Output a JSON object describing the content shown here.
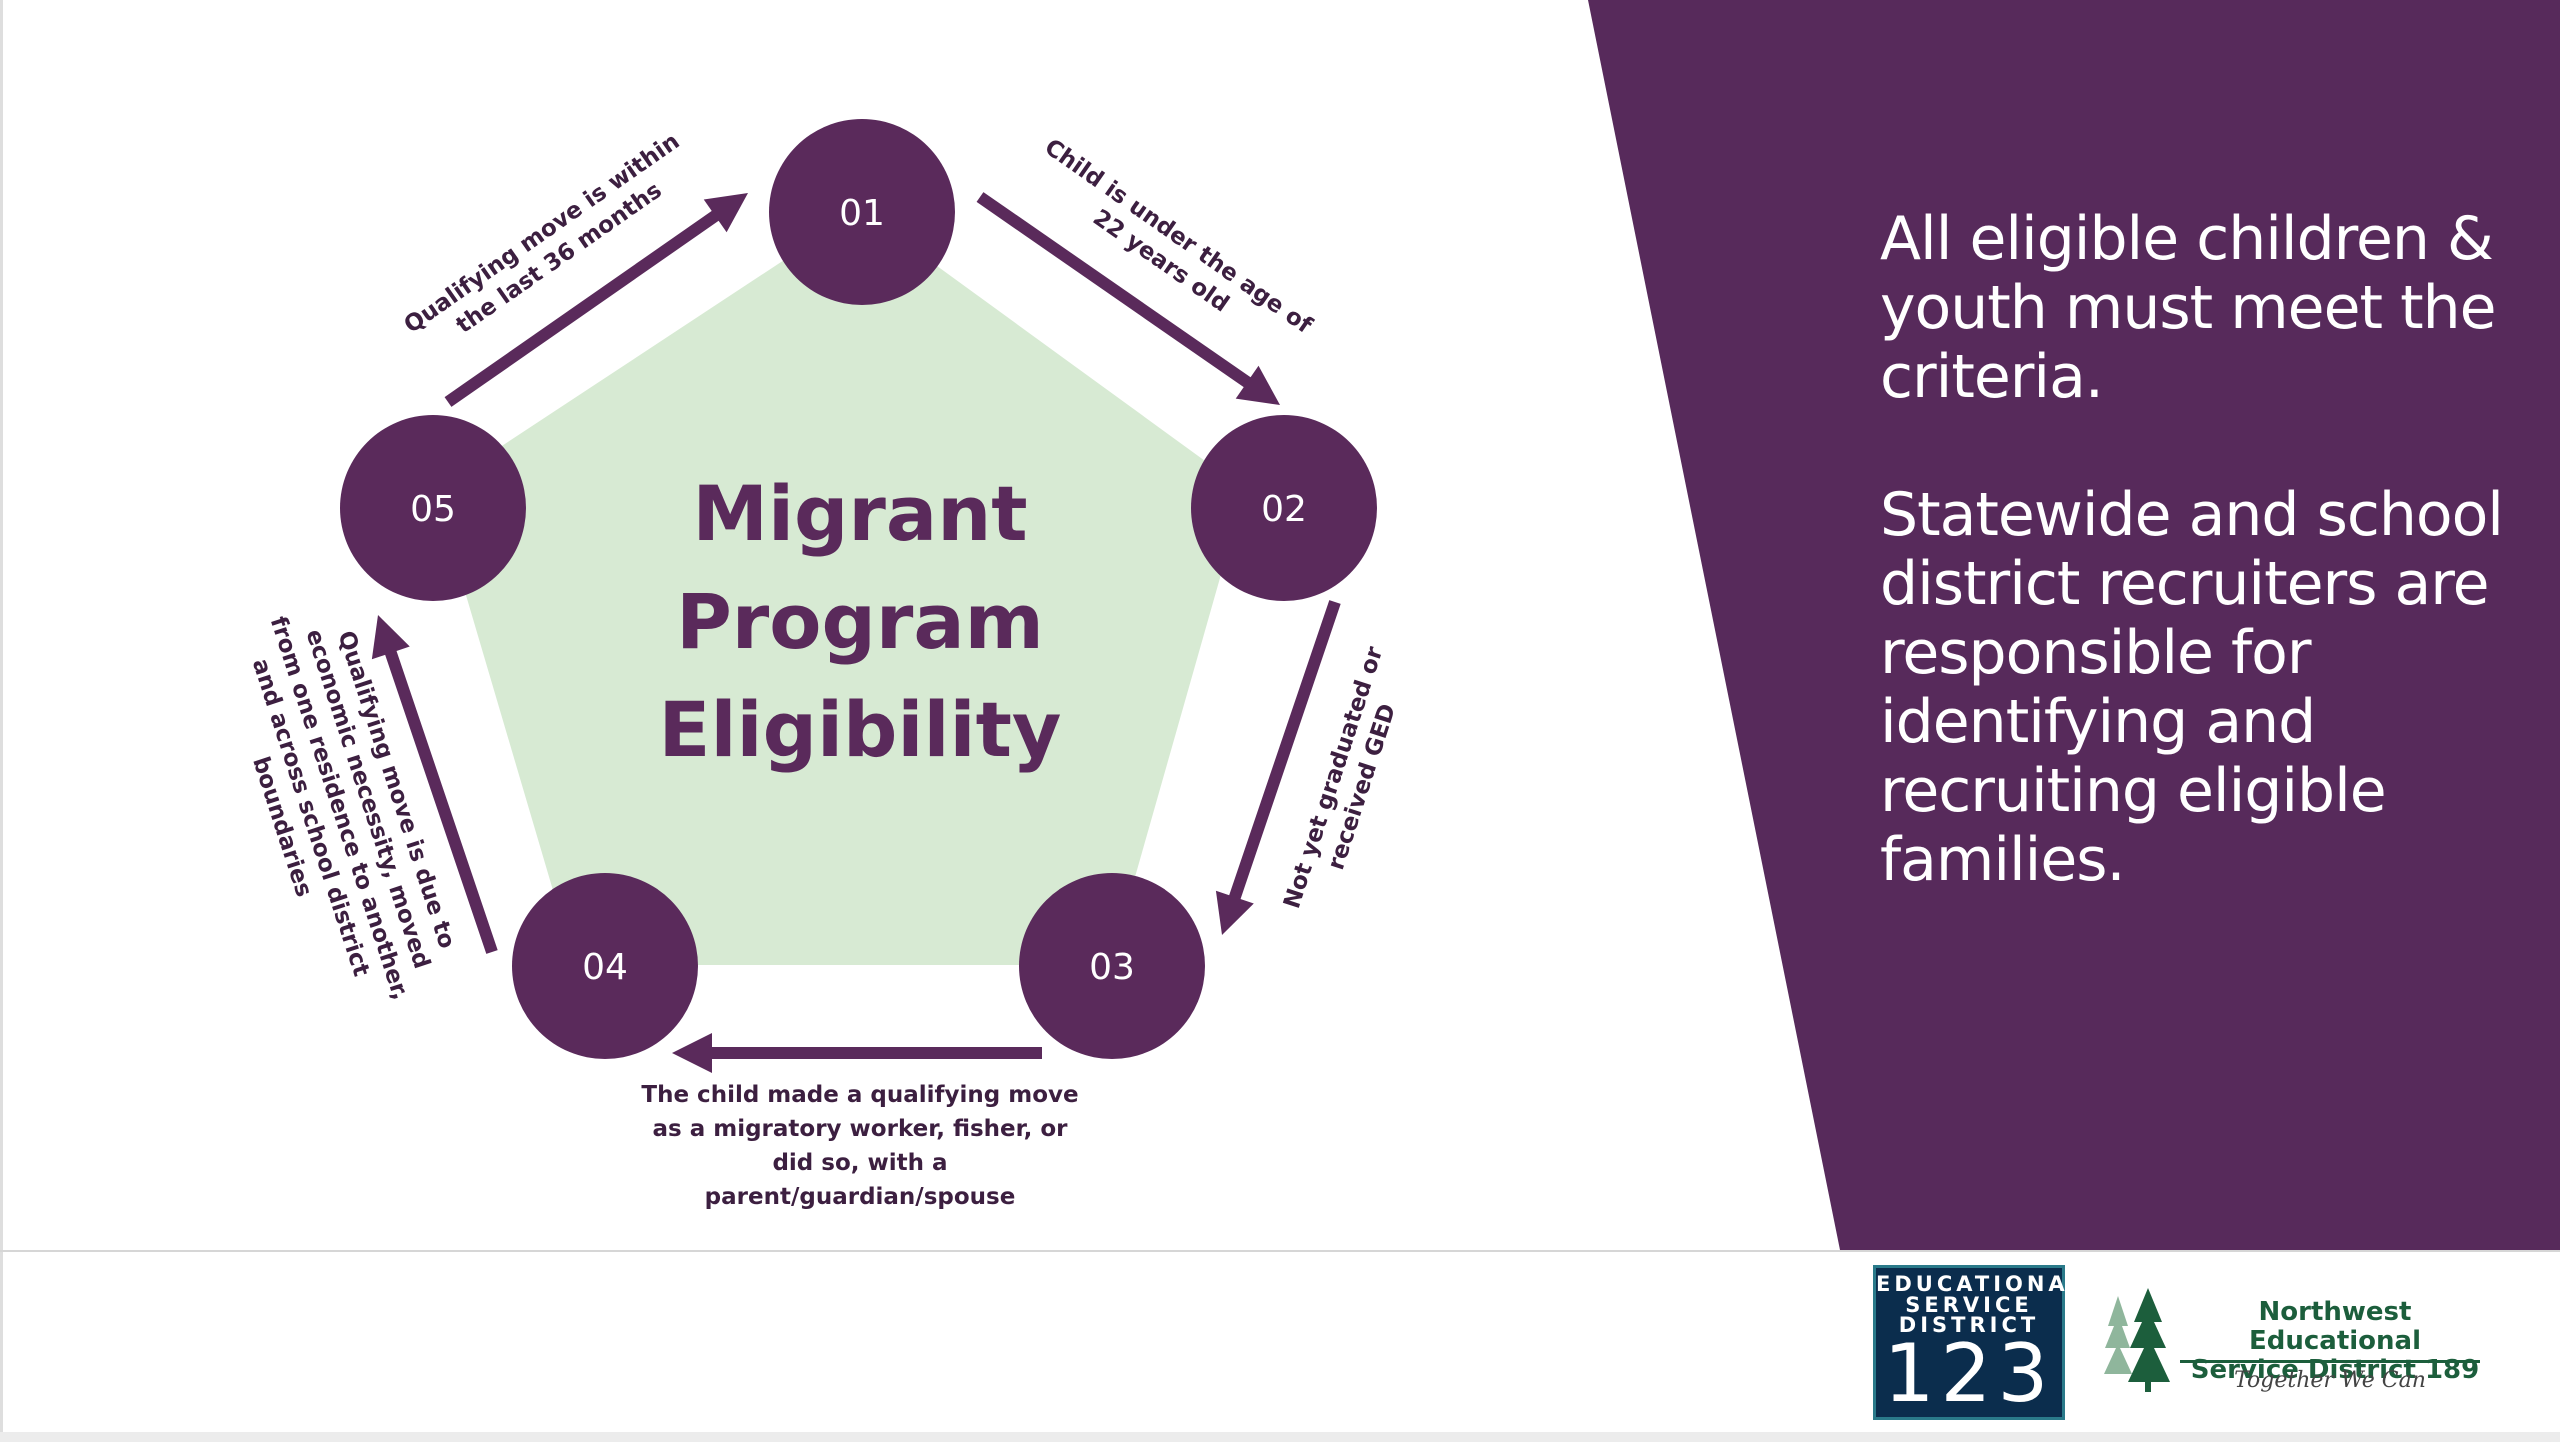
{
  "diagram": {
    "title_lines": [
      "Migrant",
      "Program",
      "Eligibility"
    ],
    "nodes": [
      {
        "id": "01",
        "label": "01"
      },
      {
        "id": "02",
        "label": "02"
      },
      {
        "id": "03",
        "label": "03"
      },
      {
        "id": "04",
        "label": "04"
      },
      {
        "id": "05",
        "label": "05"
      }
    ],
    "criteria": [
      {
        "from": "01",
        "to": "02",
        "lines": [
          "Child is under the age of",
          "22 years old"
        ]
      },
      {
        "from": "02",
        "to": "03",
        "lines": [
          "Not yet graduated or",
          "received GED"
        ]
      },
      {
        "from": "03",
        "to": "04",
        "lines": [
          "The child made a qualifying move",
          "as a migratory worker, fisher, or",
          "did so, with a",
          "parent/guardian/spouse"
        ]
      },
      {
        "from": "04",
        "to": "05",
        "lines": [
          "Qualifying move is due to",
          "economic necessity, moved",
          "from one residence to another,",
          "and across school district",
          "boundaries"
        ]
      },
      {
        "from": "05",
        "to": "01",
        "lines": [
          "Qualifying move is within",
          "the last 36 months"
        ]
      }
    ],
    "colors": {
      "node": "#5a2a5b",
      "pentagon": "#d7ead3",
      "title": "#5a2a5b",
      "arrow": "#5a2a5b",
      "panel": "#572a5b"
    }
  },
  "sidebar": {
    "paragraph1": "All eligible children & youth must meet the criteria.",
    "paragraph2": "Statewide and school district recruiters are responsible for identifying and recruiting eligible families."
  },
  "logos": {
    "esd123": {
      "line1": "EDUCATIONAL",
      "line2": "SERVICE",
      "line3": "DISTRICT",
      "number": "123"
    },
    "nwesd189": {
      "name_line1": "Northwest Educational",
      "name_line2": "Service District 189",
      "tagline": "Together We Can"
    }
  }
}
